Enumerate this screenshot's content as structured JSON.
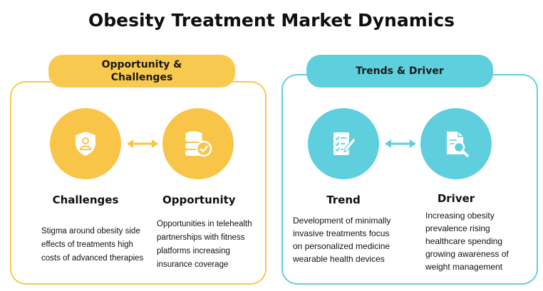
{
  "title": "Obesity Treatment Market Dynamics",
  "left_panel": {
    "pill": "Opportunity & Challenges",
    "items": [
      {
        "heading": "Challenges",
        "icon": "shield-user-icon",
        "lines": [
          "Stigma around obesity side",
          "effects of treatments high",
          "costs of advanced therapies"
        ]
      },
      {
        "heading": "Opportunity",
        "icon": "database-check-icon",
        "lines": [
          "Opportunities in telehealth",
          "partnerships with fitness",
          "platforms increasing",
          "insurance coverage"
        ]
      }
    ]
  },
  "right_panel": {
    "pill": "Trends & Driver",
    "items": [
      {
        "heading": "Trend",
        "icon": "checklist-pen-icon",
        "lines": [
          "Development of minimally",
          "invasive treatments focus",
          "on personalized medicine",
          "wearable health devices"
        ]
      },
      {
        "heading": "Driver",
        "icon": "document-search-icon",
        "lines": [
          "Increasing obesity",
          "prevalence rising",
          "healthcare spending",
          "growing awareness of",
          "weight management"
        ]
      }
    ]
  },
  "colors": {
    "yellow": "#f9c548",
    "teal": "#5fcfdd"
  }
}
